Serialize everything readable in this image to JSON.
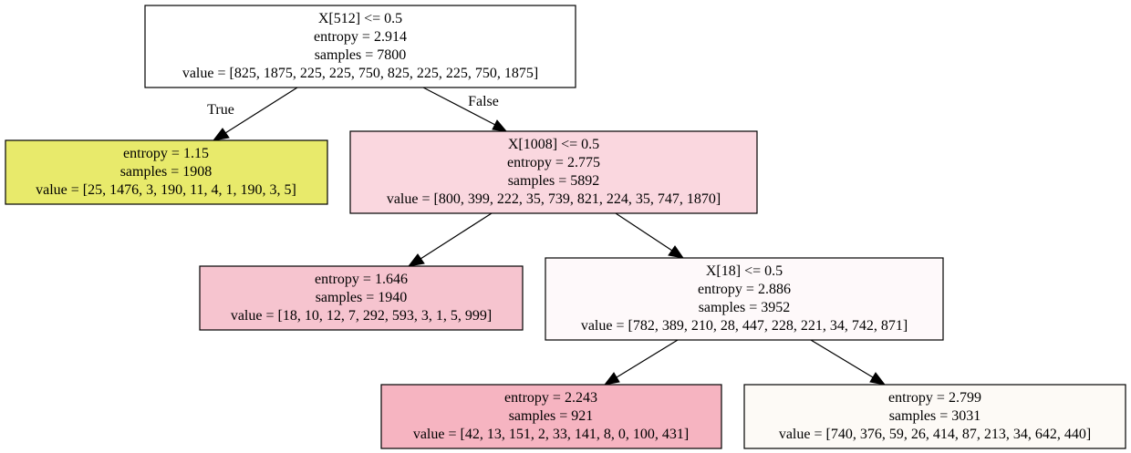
{
  "tree": {
    "nodes": [
      {
        "id": "n0",
        "fill": "#ffffff",
        "lines": [
          "X[512] <= 0.5",
          "entropy = 2.914",
          "samples = 7800",
          "value = [825, 1875, 225, 225, 750, 825, 225, 225, 750, 1875]"
        ]
      },
      {
        "id": "n1",
        "fill": "#e8ea6b",
        "lines": [
          "entropy = 1.15",
          "samples = 1908",
          "value = [25, 1476, 3, 190, 11, 4, 1, 190, 3, 5]"
        ]
      },
      {
        "id": "n2",
        "fill": "#fad7df",
        "lines": [
          "X[1008] <= 0.5",
          "entropy = 2.775",
          "samples = 5892",
          "value = [800, 399, 222, 35, 739, 821, 224, 35, 747, 1870]"
        ]
      },
      {
        "id": "n3",
        "fill": "#f6c4cf",
        "lines": [
          "entropy = 1.646",
          "samples = 1940",
          "value = [18, 10, 12, 7, 292, 593, 3, 1, 5, 999]"
        ]
      },
      {
        "id": "n4",
        "fill": "#fef9fa",
        "lines": [
          "X[18] <= 0.5",
          "entropy = 2.886",
          "samples = 3952",
          "value = [782, 389, 210, 28, 447, 228, 221, 34, 742, 871]"
        ]
      },
      {
        "id": "n5",
        "fill": "#f6b4c1",
        "lines": [
          "entropy = 2.243",
          "samples = 921",
          "value = [42, 13, 151, 2, 33, 141, 8, 0, 100, 431]"
        ]
      },
      {
        "id": "n6",
        "fill": "#fdfaf6",
        "lines": [
          "entropy = 2.799",
          "samples = 3031",
          "value = [740, 376, 59, 26, 414, 87, 213, 34, 642, 440]"
        ]
      }
    ],
    "edges": [
      {
        "from": "n0",
        "to": "n1",
        "label": "True"
      },
      {
        "from": "n0",
        "to": "n2",
        "label": "False"
      },
      {
        "from": "n2",
        "to": "n3",
        "label": ""
      },
      {
        "from": "n2",
        "to": "n4",
        "label": ""
      },
      {
        "from": "n4",
        "to": "n5",
        "label": ""
      },
      {
        "from": "n4",
        "to": "n6",
        "label": ""
      }
    ]
  }
}
